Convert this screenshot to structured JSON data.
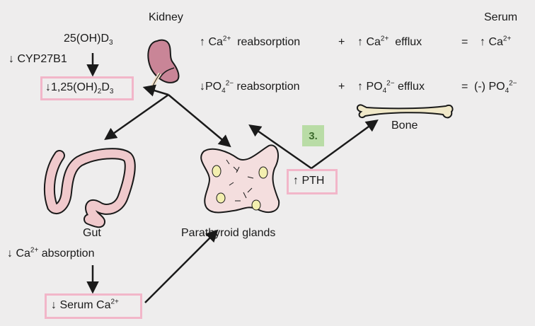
{
  "labels": {
    "kidney": "Kidney",
    "serum": "Serum",
    "precursor": "25(OH)D",
    "precursor_sub": "3",
    "enzyme": "CYP27B1",
    "calcitriol_main": "1,25(OH)",
    "calcitriol_sub2": "2",
    "calcitriol_d": "D",
    "calcitriol_sub3": "3",
    "gut": "Gut",
    "parathyroid": "Parathyroid glands",
    "bone": "Bone",
    "ca_absorption_a": "Ca",
    "ca_absorption_sup": "2+",
    "ca_absorption_b": " absorption",
    "serum_ca_a": "Serum Ca",
    "serum_ca_sup": "2+",
    "pth": "PTH",
    "step_number": "3."
  },
  "symbols": {
    "down": "↓",
    "up": "↑",
    "plus": "+",
    "equals": "="
  },
  "equations": {
    "calcium": {
      "ion": "Ca",
      "charge": "2+",
      "reabsorption": "reabsorption",
      "efflux": "efflux",
      "result_ion": "Ca",
      "result_charge": "2+"
    },
    "phosphate": {
      "ion": "PO",
      "subscript": "4",
      "charge": "2−",
      "reabsorption": "reabsorption",
      "efflux": "efflux",
      "result_prefix": "(-)",
      "result_ion": "PO",
      "result_subscript": "4",
      "result_charge": "2−"
    }
  },
  "colors": {
    "highlight_border": "#f2b6c9",
    "step_badge": "#b9dca6",
    "kidney": "#c98597",
    "gland": "#f4dede",
    "gut": "#f0c9cc",
    "bone": "#f0e8c8"
  }
}
